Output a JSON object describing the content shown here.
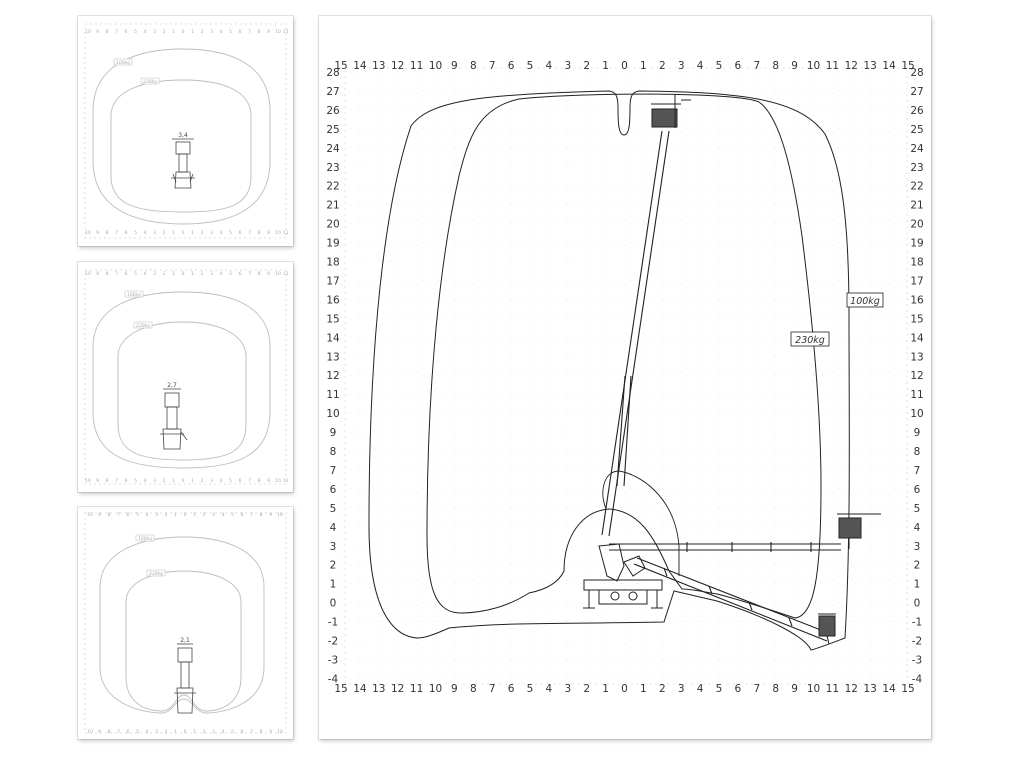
{
  "colors": {
    "line": "#222222",
    "thumb_line": "#bdbdbd",
    "tick_text": "#333333",
    "thumb_text": "#aaaaaa",
    "grid_dash": "#dddddd",
    "panel_bg": "#ffffff"
  },
  "main": {
    "x_tick_labels": [
      "15",
      "14",
      "13",
      "12",
      "11",
      "10",
      "9",
      "8",
      "7",
      "6",
      "5",
      "4",
      "3",
      "2",
      "1",
      "0",
      "1",
      "2",
      "3",
      "4",
      "5",
      "6",
      "7",
      "8",
      "9",
      "10",
      "11",
      "12",
      "13",
      "14",
      "15"
    ],
    "y_tick_labels": [
      "28",
      "27",
      "26",
      "25",
      "24",
      "23",
      "22",
      "21",
      "20",
      "19",
      "18",
      "17",
      "16",
      "15",
      "14",
      "13",
      "12",
      "11",
      "10",
      "9",
      "8",
      "7",
      "6",
      "5",
      "4",
      "3",
      "2",
      "1",
      "0",
      "-1",
      "-2",
      "-3",
      "-4"
    ],
    "load_labels": [
      "100kg",
      "230kg"
    ]
  },
  "thumbnails": [
    {
      "x_tick_labels": [
        "10",
        "9",
        "8",
        "7",
        "6",
        "5",
        "4",
        "3",
        "2",
        "1",
        "0",
        "1",
        "2",
        "3",
        "4",
        "5",
        "6",
        "7",
        "8",
        "9",
        "10",
        "11"
      ],
      "load_labels": [
        "100kg",
        "230kg"
      ],
      "width_label": "3,4"
    },
    {
      "x_tick_labels": [
        "10",
        "9",
        "8",
        "7",
        "6",
        "5",
        "4",
        "3",
        "2",
        "1",
        "0",
        "1",
        "2",
        "3",
        "4",
        "5",
        "6",
        "7",
        "8",
        "9",
        "10",
        "11"
      ],
      "load_labels": [
        "100kg",
        "230kg"
      ],
      "width_label": "2,7"
    },
    {
      "x_tick_labels": [
        "10",
        "9",
        "8",
        "7",
        "6",
        "5",
        "4",
        "3",
        "2",
        "1",
        "0",
        "1",
        "2",
        "3",
        "4",
        "5",
        "6",
        "7",
        "8",
        "9",
        "10"
      ],
      "load_labels": [
        "100kg",
        "230kg"
      ],
      "width_label": "2,1"
    }
  ]
}
